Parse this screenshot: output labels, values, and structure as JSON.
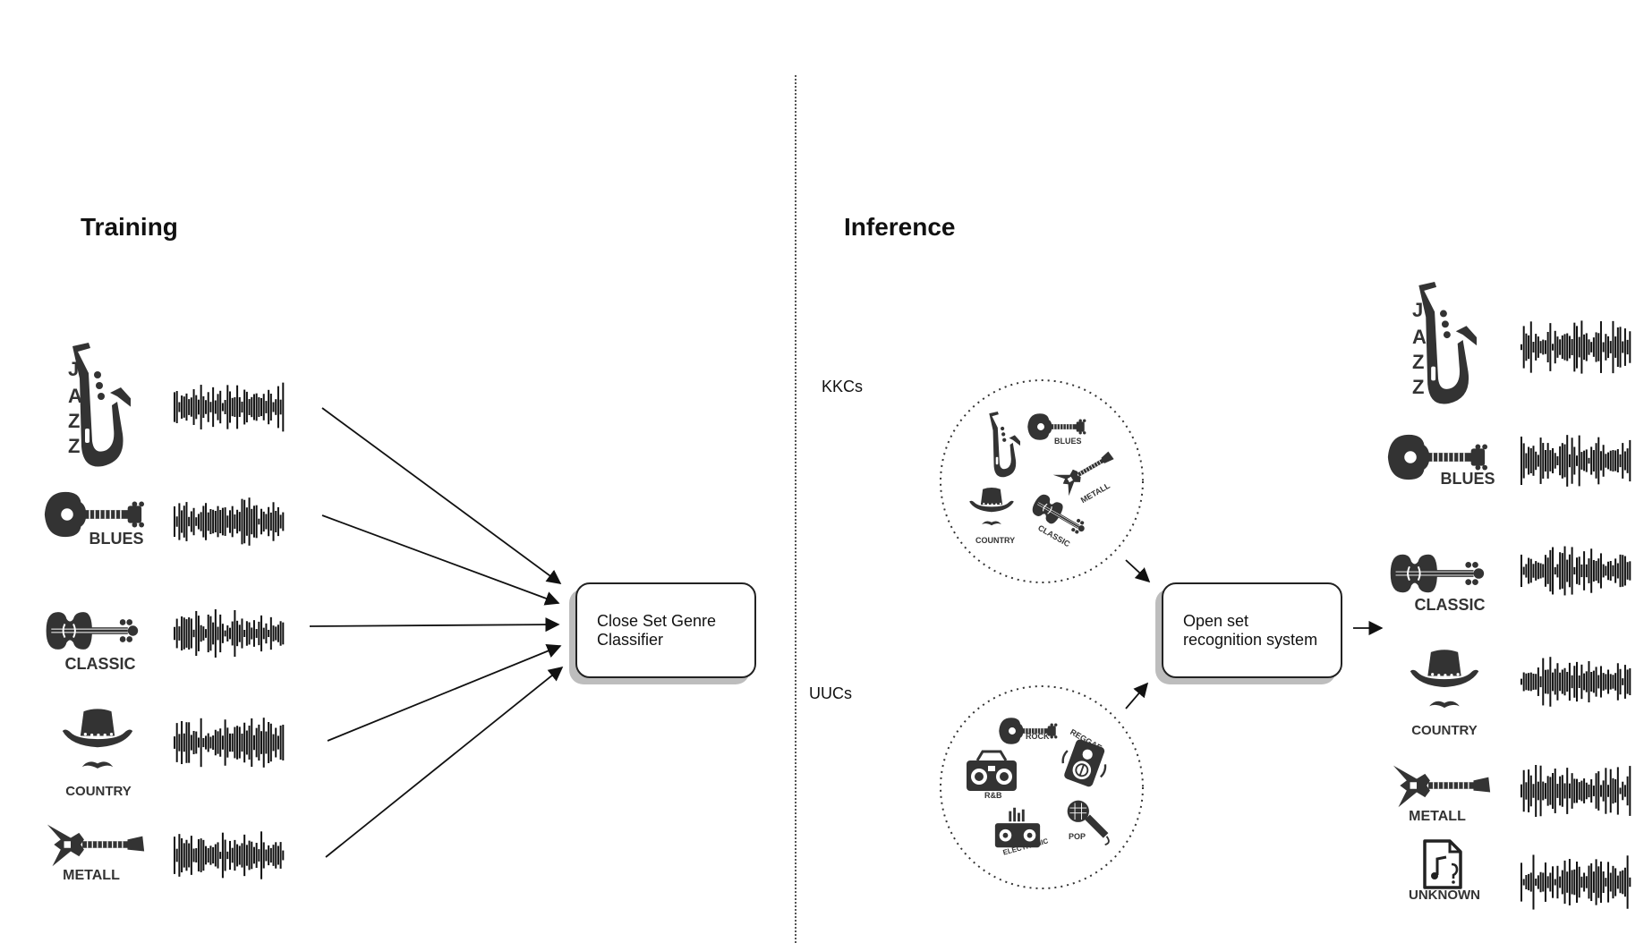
{
  "training": {
    "title": "Training",
    "classifier_label": "Close Set Genre\nClassifier",
    "genres": [
      {
        "label": "JAZZ",
        "icon": "saxophone-icon"
      },
      {
        "label": "BLUES",
        "icon": "acoustic-guitar-icon"
      },
      {
        "label": "CLASSIC",
        "icon": "violin-icon"
      },
      {
        "label": "COUNTRY",
        "icon": "cowboy-hat-icon"
      },
      {
        "label": "METALL",
        "icon": "electric-guitar-icon"
      }
    ]
  },
  "inference": {
    "title": "Inference",
    "kkcs_label": "KKCs",
    "uucs_label": "UUCs",
    "system_label": "Open set\nrecognition system",
    "kkc_genres": [
      "BLUES",
      "METALL",
      "COUNTRY",
      "CLASSIC"
    ],
    "uuc_genres": [
      "ROCK",
      "REGGAE",
      "R&B",
      "ELECTRONIC",
      "POP"
    ],
    "outputs": [
      {
        "label": "JAZZ",
        "icon": "saxophone-icon"
      },
      {
        "label": "BLUES",
        "icon": "acoustic-guitar-icon"
      },
      {
        "label": "CLASSIC",
        "icon": "violin-icon"
      },
      {
        "label": "COUNTRY",
        "icon": "cowboy-hat-icon"
      },
      {
        "label": "METALL",
        "icon": "electric-guitar-icon"
      },
      {
        "label": "UNKNOWN",
        "icon": "unknown-music-file-icon"
      }
    ]
  },
  "colors": {
    "icon": "#333333",
    "shadow": "#bdbdbd",
    "line": "#111111"
  }
}
